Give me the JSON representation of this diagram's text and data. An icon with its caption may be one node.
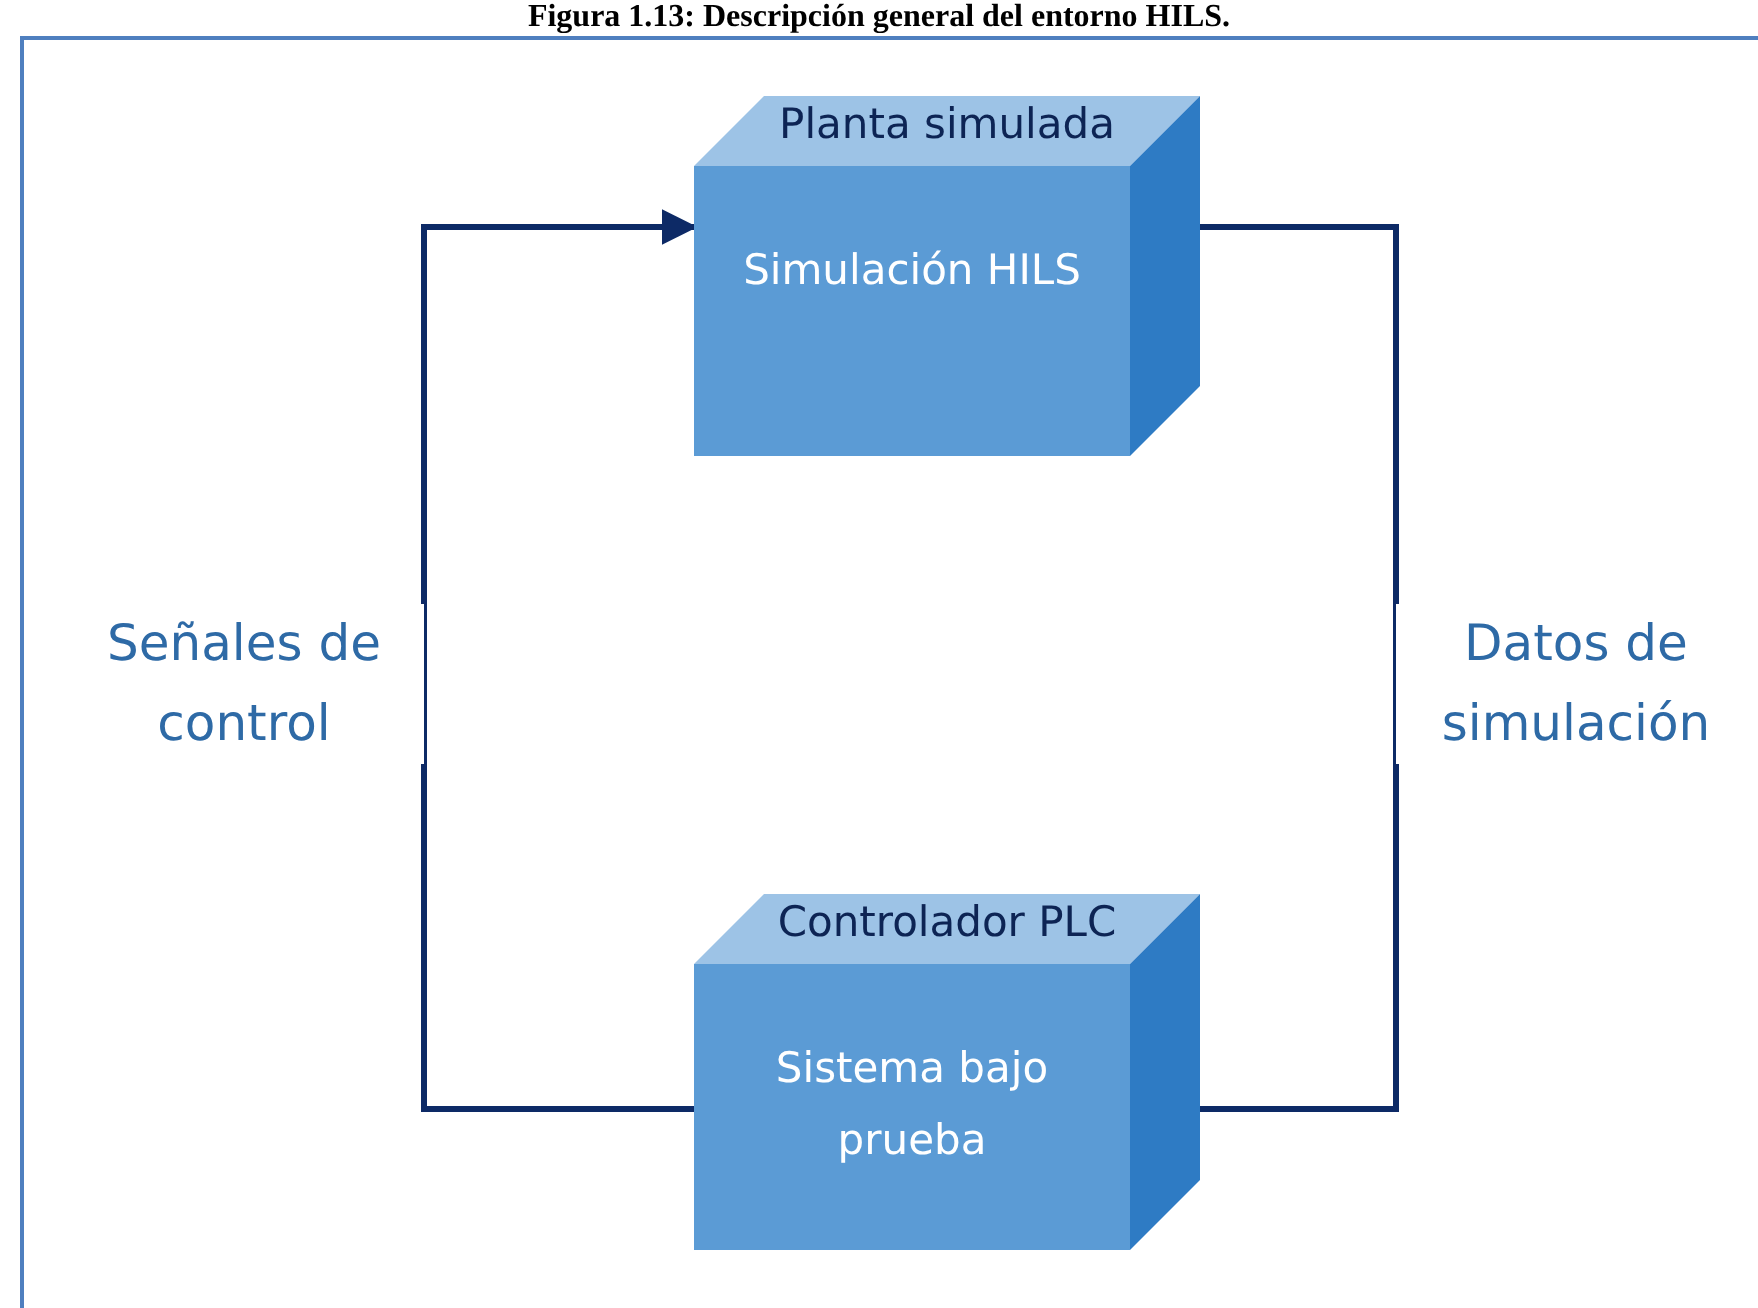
{
  "diagram": {
    "title": "Figura 1.13: Descripción general del entorno HILS.",
    "nodes": [
      {
        "text": [
          "Planta simulada",
          "Simulación HILS"
        ]
      },
      {
        "text": [
          "Controlador PLC",
          "Sistema bajo prueba"
        ]
      }
    ],
    "edges": [
      {
        "from": 1,
        "to": 0,
        "arrow": "to",
        "label": "Señales de control"
      },
      {
        "from": 0,
        "to": 1,
        "arrow": "to",
        "label": "Datos de simulación"
      }
    ]
  }
}
